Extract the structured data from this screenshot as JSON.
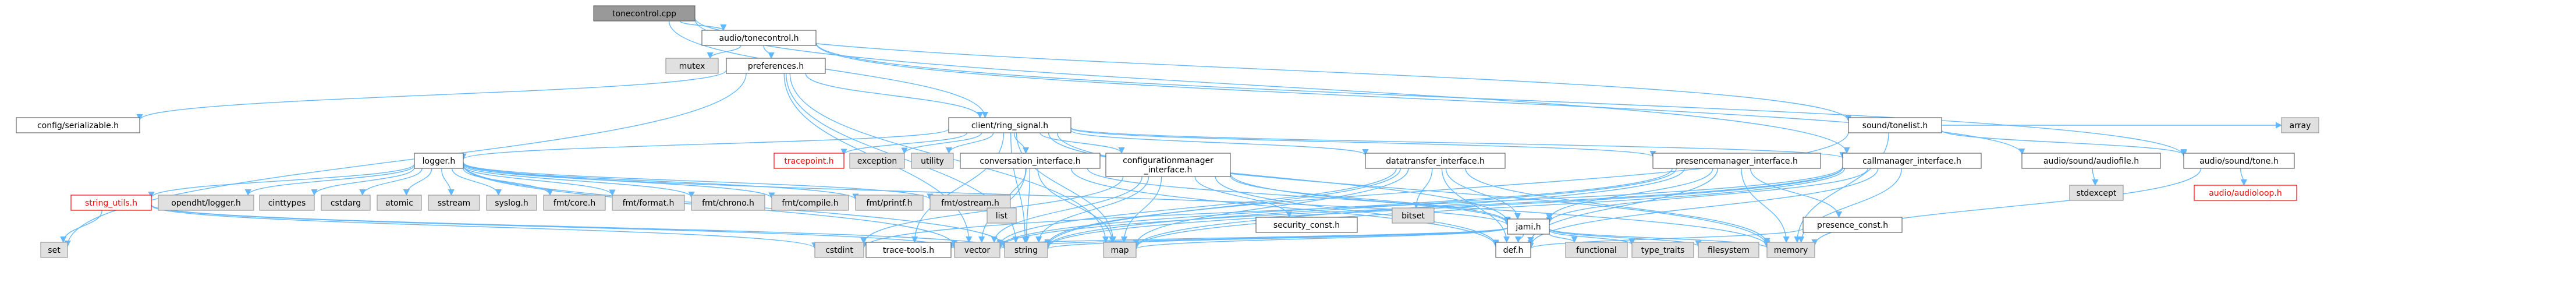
{
  "colors": {
    "edge": "#63b8ff",
    "arrowhead": "#63b8ff",
    "node_border": "#666666",
    "root_fill": "#999999",
    "system_fill": "#e0e0e0",
    "missing_border": "#ff0000"
  },
  "nodes": [
    {
      "id": "tonecontrol-cpp",
      "label": "tonecontrol.cpp",
      "kind": "root"
    },
    {
      "id": "audio-tonecontrol-h",
      "label": "audio/tonecontrol.h",
      "kind": "default"
    },
    {
      "id": "mutex",
      "label": "mutex",
      "kind": "system"
    },
    {
      "id": "preferences-h",
      "label": "preferences.h",
      "kind": "default"
    },
    {
      "id": "config-serializable-h",
      "label": "config/serializable.h",
      "kind": "default"
    },
    {
      "id": "client-ring-signal-h",
      "label": "client/ring_signal.h",
      "kind": "default"
    },
    {
      "id": "sound-tonelist-h",
      "label": "sound/tonelist.h",
      "kind": "default"
    },
    {
      "id": "array",
      "label": "array",
      "kind": "system"
    },
    {
      "id": "logger-h",
      "label": "logger.h",
      "kind": "default"
    },
    {
      "id": "tracepoint-h",
      "label": "tracepoint.h",
      "kind": "missing"
    },
    {
      "id": "exception",
      "label": "exception",
      "kind": "system"
    },
    {
      "id": "utility",
      "label": "utility",
      "kind": "system"
    },
    {
      "id": "conversation-interface-h",
      "label": "conversation_interface.h",
      "kind": "default"
    },
    {
      "id": "configurationmanager-interface-h",
      "label": "configurationmanager\n_interface.h",
      "kind": "default"
    },
    {
      "id": "datatransfer-interface-h",
      "label": "datatransfer_interface.h",
      "kind": "default"
    },
    {
      "id": "presencemanager-interface-h",
      "label": "presencemanager_interface.h",
      "kind": "default"
    },
    {
      "id": "callmanager-interface-h",
      "label": "callmanager_interface.h",
      "kind": "default"
    },
    {
      "id": "audio-sound-audiofile-h",
      "label": "audio/sound/audiofile.h",
      "kind": "default"
    },
    {
      "id": "audio-sound-tone-h",
      "label": "audio/sound/tone.h",
      "kind": "default"
    },
    {
      "id": "stdexcept",
      "label": "stdexcept",
      "kind": "system"
    },
    {
      "id": "audio-audioloop-h",
      "label": "audio/audioloop.h",
      "kind": "missing"
    },
    {
      "id": "string-utils-h",
      "label": "string_utils.h",
      "kind": "missing"
    },
    {
      "id": "opendht-logger-h",
      "label": "opendht/logger.h",
      "kind": "system"
    },
    {
      "id": "cinttypes",
      "label": "cinttypes",
      "kind": "system"
    },
    {
      "id": "cstdarg",
      "label": "cstdarg",
      "kind": "system"
    },
    {
      "id": "atomic",
      "label": "atomic",
      "kind": "system"
    },
    {
      "id": "sstream",
      "label": "sstream",
      "kind": "system"
    },
    {
      "id": "syslog-h",
      "label": "syslog.h",
      "kind": "system"
    },
    {
      "id": "fmt-core-h",
      "label": "fmt/core.h",
      "kind": "system"
    },
    {
      "id": "fmt-format-h",
      "label": "fmt/format.h",
      "kind": "system"
    },
    {
      "id": "fmt-chrono-h",
      "label": "fmt/chrono.h",
      "kind": "system"
    },
    {
      "id": "fmt-compile-h",
      "label": "fmt/compile.h",
      "kind": "system"
    },
    {
      "id": "fmt-printf-h",
      "label": "fmt/printf.h",
      "kind": "system"
    },
    {
      "id": "fmt-ostream-h",
      "label": "fmt/ostream.h",
      "kind": "system"
    },
    {
      "id": "list",
      "label": "list",
      "kind": "system"
    },
    {
      "id": "bitset",
      "label": "bitset",
      "kind": "system"
    },
    {
      "id": "security-const-h",
      "label": "security_const.h",
      "kind": "default"
    },
    {
      "id": "jami-h",
      "label": "jami.h",
      "kind": "default"
    },
    {
      "id": "presence-const-h",
      "label": "presence_const.h",
      "kind": "default"
    },
    {
      "id": "set",
      "label": "set",
      "kind": "system"
    },
    {
      "id": "cstdint",
      "label": "cstdint",
      "kind": "system"
    },
    {
      "id": "trace-tools-h",
      "label": "trace-tools.h",
      "kind": "default"
    },
    {
      "id": "vector",
      "label": "vector",
      "kind": "system"
    },
    {
      "id": "string",
      "label": "string",
      "kind": "system"
    },
    {
      "id": "map",
      "label": "map",
      "kind": "system"
    },
    {
      "id": "def-h",
      "label": "def.h",
      "kind": "default"
    },
    {
      "id": "functional",
      "label": "functional",
      "kind": "system"
    },
    {
      "id": "type-traits",
      "label": "type_traits",
      "kind": "system"
    },
    {
      "id": "filesystem",
      "label": "filesystem",
      "kind": "system"
    },
    {
      "id": "memory",
      "label": "memory",
      "kind": "system"
    }
  ],
  "edges": [
    [
      "tonecontrol-cpp",
      "audio-tonecontrol-h"
    ],
    [
      "tonecontrol-cpp",
      "sound-tonelist-h"
    ],
    [
      "tonecontrol-cpp",
      "client-ring-signal-h"
    ],
    [
      "tonecontrol-cpp",
      "callmanager-interface-h"
    ],
    [
      "audio-tonecontrol-h",
      "preferences-h"
    ],
    [
      "audio-tonecontrol-h",
      "mutex"
    ],
    [
      "audio-tonecontrol-h",
      "audio-sound-audiofile-h"
    ],
    [
      "audio-tonecontrol-h",
      "audio-sound-tone-h"
    ],
    [
      "preferences-h",
      "config-serializable-h"
    ],
    [
      "preferences-h",
      "client-ring-signal-h"
    ],
    [
      "preferences-h",
      "string"
    ],
    [
      "preferences-h",
      "map"
    ],
    [
      "preferences-h",
      "set"
    ],
    [
      "preferences-h",
      "vector"
    ],
    [
      "sound-tonelist-h",
      "audio-sound-tone-h"
    ],
    [
      "sound-tonelist-h",
      "array"
    ],
    [
      "sound-tonelist-h",
      "string"
    ],
    [
      "sound-tonelist-h",
      "memory"
    ],
    [
      "client-ring-signal-h",
      "logger-h"
    ],
    [
      "client-ring-signal-h",
      "tracepoint-h"
    ],
    [
      "client-ring-signal-h",
      "exception"
    ],
    [
      "client-ring-signal-h",
      "utility"
    ],
    [
      "client-ring-signal-h",
      "conversation-interface-h"
    ],
    [
      "client-ring-signal-h",
      "configurationmanager-interface-h"
    ],
    [
      "client-ring-signal-h",
      "datatransfer-interface-h"
    ],
    [
      "client-ring-signal-h",
      "presencemanager-interface-h"
    ],
    [
      "client-ring-signal-h",
      "callmanager-interface-h"
    ],
    [
      "client-ring-signal-h",
      "jami-h"
    ],
    [
      "client-ring-signal-h",
      "trace-tools-h"
    ],
    [
      "client-ring-signal-h",
      "map"
    ],
    [
      "client-ring-signal-h",
      "string"
    ],
    [
      "client-ring-signal-h",
      "memory"
    ],
    [
      "logger-h",
      "string-utils-h"
    ],
    [
      "logger-h",
      "opendht-logger-h"
    ],
    [
      "logger-h",
      "cinttypes"
    ],
    [
      "logger-h",
      "cstdarg"
    ],
    [
      "logger-h",
      "atomic"
    ],
    [
      "logger-h",
      "sstream"
    ],
    [
      "logger-h",
      "syslog-h"
    ],
    [
      "logger-h",
      "fmt-core-h"
    ],
    [
      "logger-h",
      "fmt-format-h"
    ],
    [
      "logger-h",
      "fmt-chrono-h"
    ],
    [
      "logger-h",
      "fmt-compile-h"
    ],
    [
      "logger-h",
      "fmt-printf-h"
    ],
    [
      "logger-h",
      "fmt-ostream-h"
    ],
    [
      "logger-h",
      "jami-h"
    ],
    [
      "logger-h",
      "string"
    ],
    [
      "logger-h",
      "vector"
    ],
    [
      "string-utils-h",
      "set"
    ],
    [
      "string-utils-h",
      "cstdint"
    ],
    [
      "string-utils-h",
      "string"
    ],
    [
      "string-utils-h",
      "vector"
    ],
    [
      "conversation-interface-h",
      "def-h"
    ],
    [
      "conversation-interface-h",
      "list"
    ],
    [
      "conversation-interface-h",
      "vector"
    ],
    [
      "conversation-interface-h",
      "map"
    ],
    [
      "conversation-interface-h",
      "string"
    ],
    [
      "conversation-interface-h",
      "jami-h"
    ],
    [
      "configurationmanager-interface-h",
      "def-h"
    ],
    [
      "configurationmanager-interface-h",
      "jami-h"
    ],
    [
      "configurationmanager-interface-h",
      "security-const-h"
    ],
    [
      "configurationmanager-interface-h",
      "cstdint"
    ],
    [
      "configurationmanager-interface-h",
      "vector"
    ],
    [
      "configurationmanager-interface-h",
      "map"
    ],
    [
      "configurationmanager-interface-h",
      "string"
    ],
    [
      "configurationmanager-interface-h",
      "memory"
    ],
    [
      "datatransfer-interface-h",
      "def-h"
    ],
    [
      "datatransfer-interface-h",
      "jami-h"
    ],
    [
      "datatransfer-interface-h",
      "bitset"
    ],
    [
      "datatransfer-interface-h",
      "string"
    ],
    [
      "datatransfer-interface-h",
      "map"
    ],
    [
      "datatransfer-interface-h",
      "memory"
    ],
    [
      "datatransfer-interface-h",
      "vector"
    ],
    [
      "presencemanager-interface-h",
      "def-h"
    ],
    [
      "presencemanager-interface-h",
      "jami-h"
    ],
    [
      "presencemanager-interface-h",
      "presence-const-h"
    ],
    [
      "presencemanager-interface-h",
      "map"
    ],
    [
      "presencemanager-interface-h",
      "memory"
    ],
    [
      "presencemanager-interface-h",
      "string"
    ],
    [
      "presencemanager-interface-h",
      "vector"
    ],
    [
      "callmanager-interface-h",
      "def-h"
    ],
    [
      "callmanager-interface-h",
      "jami-h"
    ],
    [
      "callmanager-interface-h",
      "cstdint"
    ],
    [
      "callmanager-interface-h",
      "map"
    ],
    [
      "callmanager-interface-h",
      "memory"
    ],
    [
      "callmanager-interface-h",
      "string"
    ],
    [
      "callmanager-interface-h",
      "vector"
    ],
    [
      "jami-h",
      "def-h"
    ],
    [
      "jami-h",
      "trace-tools-h"
    ],
    [
      "jami-h",
      "string"
    ],
    [
      "jami-h",
      "vector"
    ],
    [
      "jami-h",
      "functional"
    ],
    [
      "jami-h",
      "type-traits"
    ],
    [
      "jami-h",
      "filesystem"
    ],
    [
      "jami-h",
      "memory"
    ],
    [
      "jami-h",
      "map"
    ],
    [
      "presence-const-h",
      "def-h"
    ],
    [
      "audio-sound-audiofile-h",
      "stdexcept"
    ],
    [
      "audio-sound-tone-h",
      "audio-audioloop-h"
    ],
    [
      "audio-sound-tone-h",
      "memory"
    ]
  ]
}
